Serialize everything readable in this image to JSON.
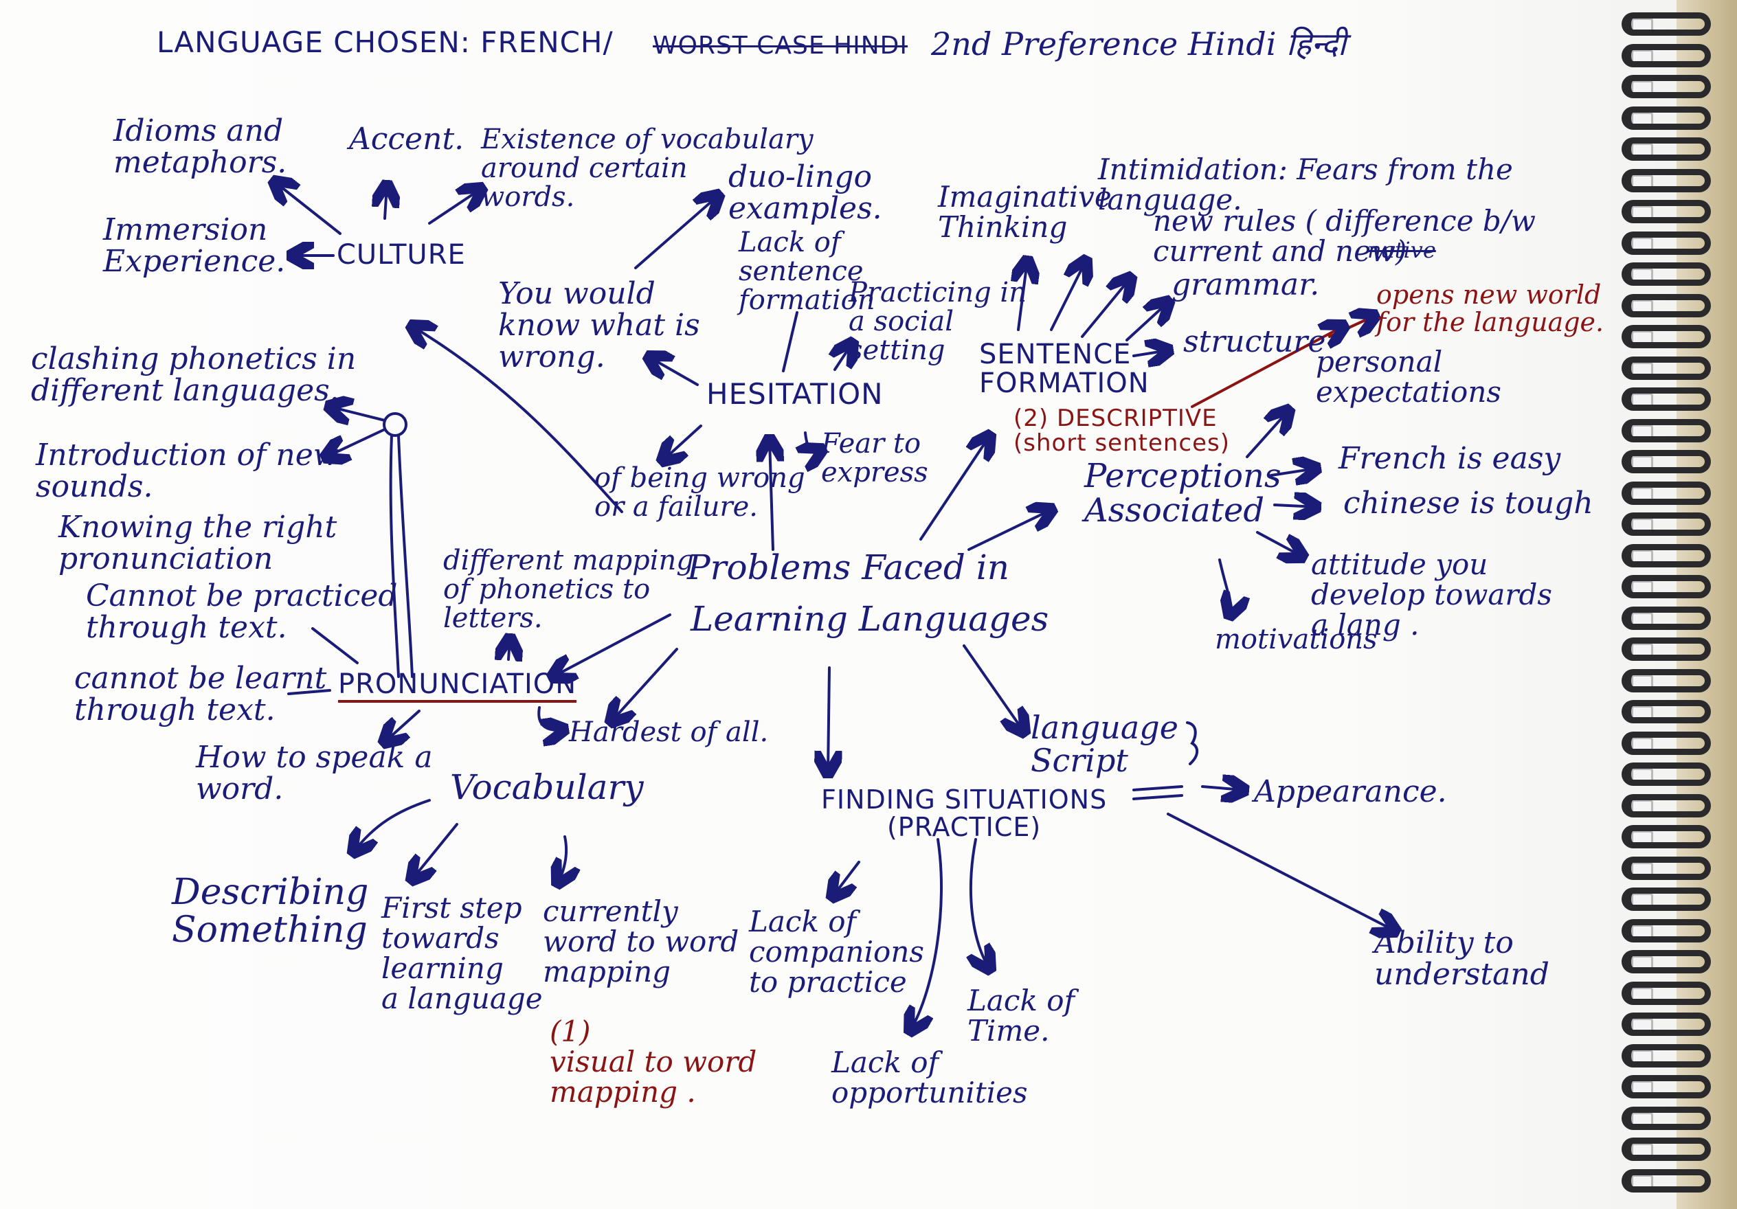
{
  "header": {
    "chosen": "LANGUAGE CHOSEN: FRENCH/",
    "struck": "WORST CASE HINDI",
    "second": "2nd Preference Hindi हिन्दी"
  },
  "center": {
    "line1": "Problems Faced in",
    "line2": "Learning Languages"
  },
  "culture": {
    "label": "CULTURE",
    "idioms": "Idioms and\nmetaphors.",
    "accent": "Accent.",
    "existence": "Existence of vocabulary\naround certain\nwords.",
    "immersion": "Immersion\nExperience."
  },
  "phonetics": {
    "clashing": "clashing phonetics in\ndifferent languages.",
    "intro": "Introduction of new\nsounds.",
    "knowing": "Knowing the right\npronunciation",
    "cannot_practiced": "Cannot be practiced\nthrough text.",
    "cannot_learnt": "cannot be learnt\nthrough text."
  },
  "pronunciation": {
    "label": "PRONUNCIATION",
    "how_to": "How to speak a\nword.",
    "different_mapping": "different mapping\nof phonetics to\nletters.",
    "hardest": "Hardest of all."
  },
  "hesitation": {
    "label": "HESITATION",
    "duolingo": "duo-lingo\nexamples.",
    "lack_sentence": "Lack of\nsentence\nformation",
    "practicing": "Practicing in\na social\nsetting",
    "you_would": "You would\nknow what is\nwrong.",
    "being_wrong": "of being wrong\nor a failure.",
    "fear": "Fear to\nexpress"
  },
  "sentence": {
    "label": "SENTENCE\nFORMATION",
    "imaginative": "Imaginative\nThinking",
    "intimidation": "Intimidation: Fears from the\nlanguage.",
    "new_rules": "new rules ( difference b/w\ncurrent and new)",
    "native": "native",
    "grammar": "grammar.",
    "structure": "structure",
    "opens": "opens new world\nfor the language.",
    "descriptive": "(2) DESCRIPTIVE\n(short sentences)"
  },
  "perceptions": {
    "label": "Perceptions\nAssociated",
    "personal": "personal\nexpectations",
    "french": "French is easy",
    "chinese": "chinese is tough",
    "attitude": "attitude you\ndevelop towards\na lang .",
    "motivations": "motivations"
  },
  "vocabulary": {
    "label": "Vocabulary",
    "describing": "Describing\nSomething",
    "first_step": "First step\ntowards\nlearning\na language",
    "currently": "currently\nword to word\nmapping",
    "visual": "(1)\nvisual to word\nmapping ."
  },
  "finding": {
    "label": "FINDING SITUATIONS\n(PRACTICE)",
    "companions": "Lack of\ncompanions\nto practice",
    "opportunities": "Lack of\nopportunities",
    "time": "Lack of\nTime."
  },
  "script": {
    "label": "language\nScript",
    "appearance": "Appearance.",
    "ability": "Ability to\nunderstand"
  }
}
